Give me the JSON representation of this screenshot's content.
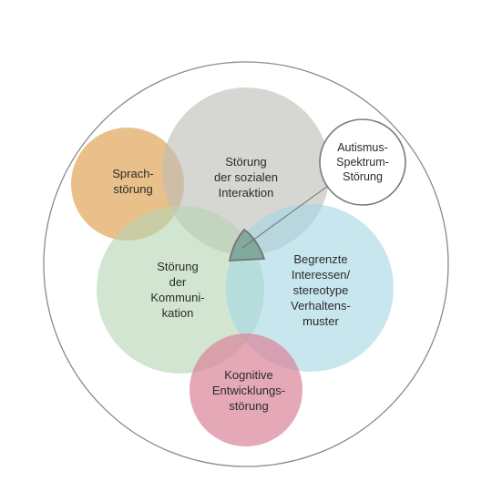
{
  "diagram": {
    "colors": {
      "outer_ring": "#8a8a8a",
      "background": "#ffffff",
      "sprach": "#e0a85c",
      "sozial": "#bdbdb6",
      "kommunikation": "#b7d5b3",
      "interessen": "#a7d6e4",
      "kognitiv": "#d9869b",
      "core": "#7fa79a",
      "autismus_ring": "#7a7a7a",
      "text": "#2b2b2b"
    },
    "circles": {
      "sprach": {
        "label": "Sprach-\nstörung"
      },
      "sozial": {
        "label": "Störung\nder sozialen\nInteraktion"
      },
      "kommunikation": {
        "label": "Störung\nder\nKommuni-\nkation"
      },
      "interessen": {
        "label": "Begrenzte\nInteressen/\nstereotype\nVerhaltens-\nmuster"
      },
      "kognitiv": {
        "label": "Kognitive\nEntwicklungs-\nstörung"
      },
      "autismus": {
        "label": "Autismus-\nSpektrum-\nStörung"
      }
    }
  }
}
